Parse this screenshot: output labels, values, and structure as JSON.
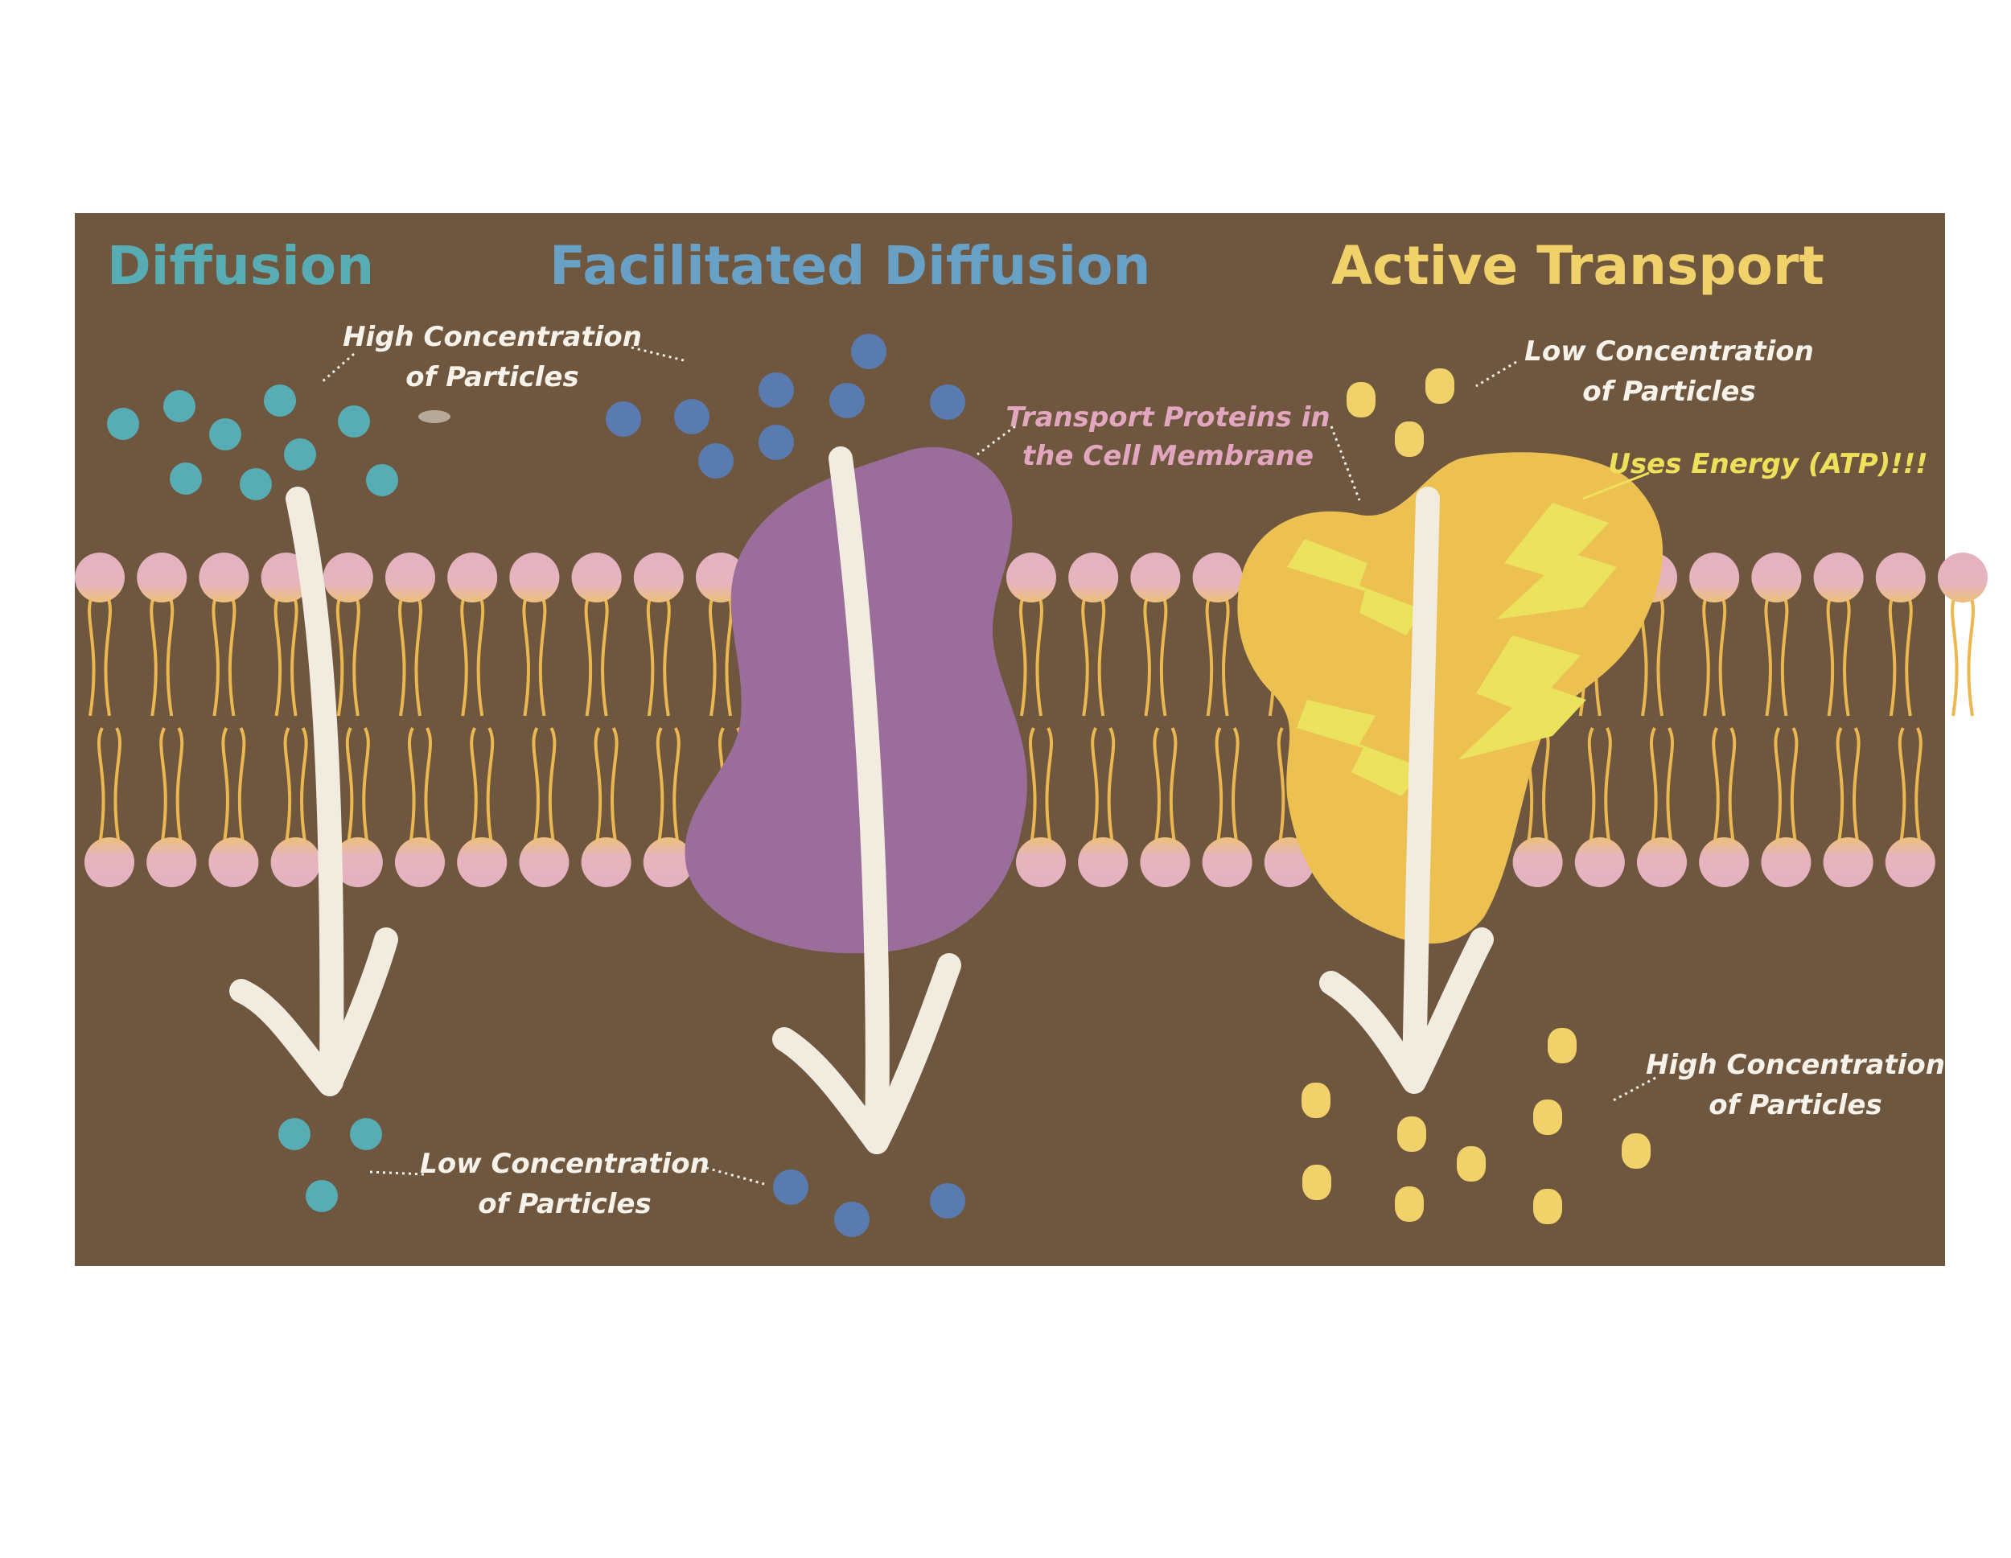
{
  "colors": {
    "background": "#6e563f",
    "diffusion": "#58adb5",
    "facilitated": "#5a7bb0",
    "active": "#f1d26a",
    "label": "#f7f2ea",
    "transport_label": "#e2a6bf",
    "atp_label": "#eee05a",
    "protein_purple": "#9a6d9b",
    "protein_yellow": "#ecc152",
    "bolt": "#ebe25d",
    "lipid_head": "#e3b2c0",
    "lipid_tail": "#eab84f",
    "arrow": "#f2ebe0"
  },
  "titles": {
    "diffusion": "Diffusion",
    "facilitated": "Facilitated Diffusion",
    "active": "Active Transport"
  },
  "labels": {
    "diffusion_high": [
      "High Concentration",
      "of Particles"
    ],
    "shared_low": [
      "Low Concentration",
      "of Particles"
    ],
    "transport_proteins": [
      "Transport Proteins in",
      "the Cell Membrane"
    ],
    "active_low": [
      "Low Concentration",
      "of Particles"
    ],
    "atp": "Uses Energy (ATP)!!!",
    "active_high": [
      "High Concentration",
      "of Particles"
    ]
  }
}
